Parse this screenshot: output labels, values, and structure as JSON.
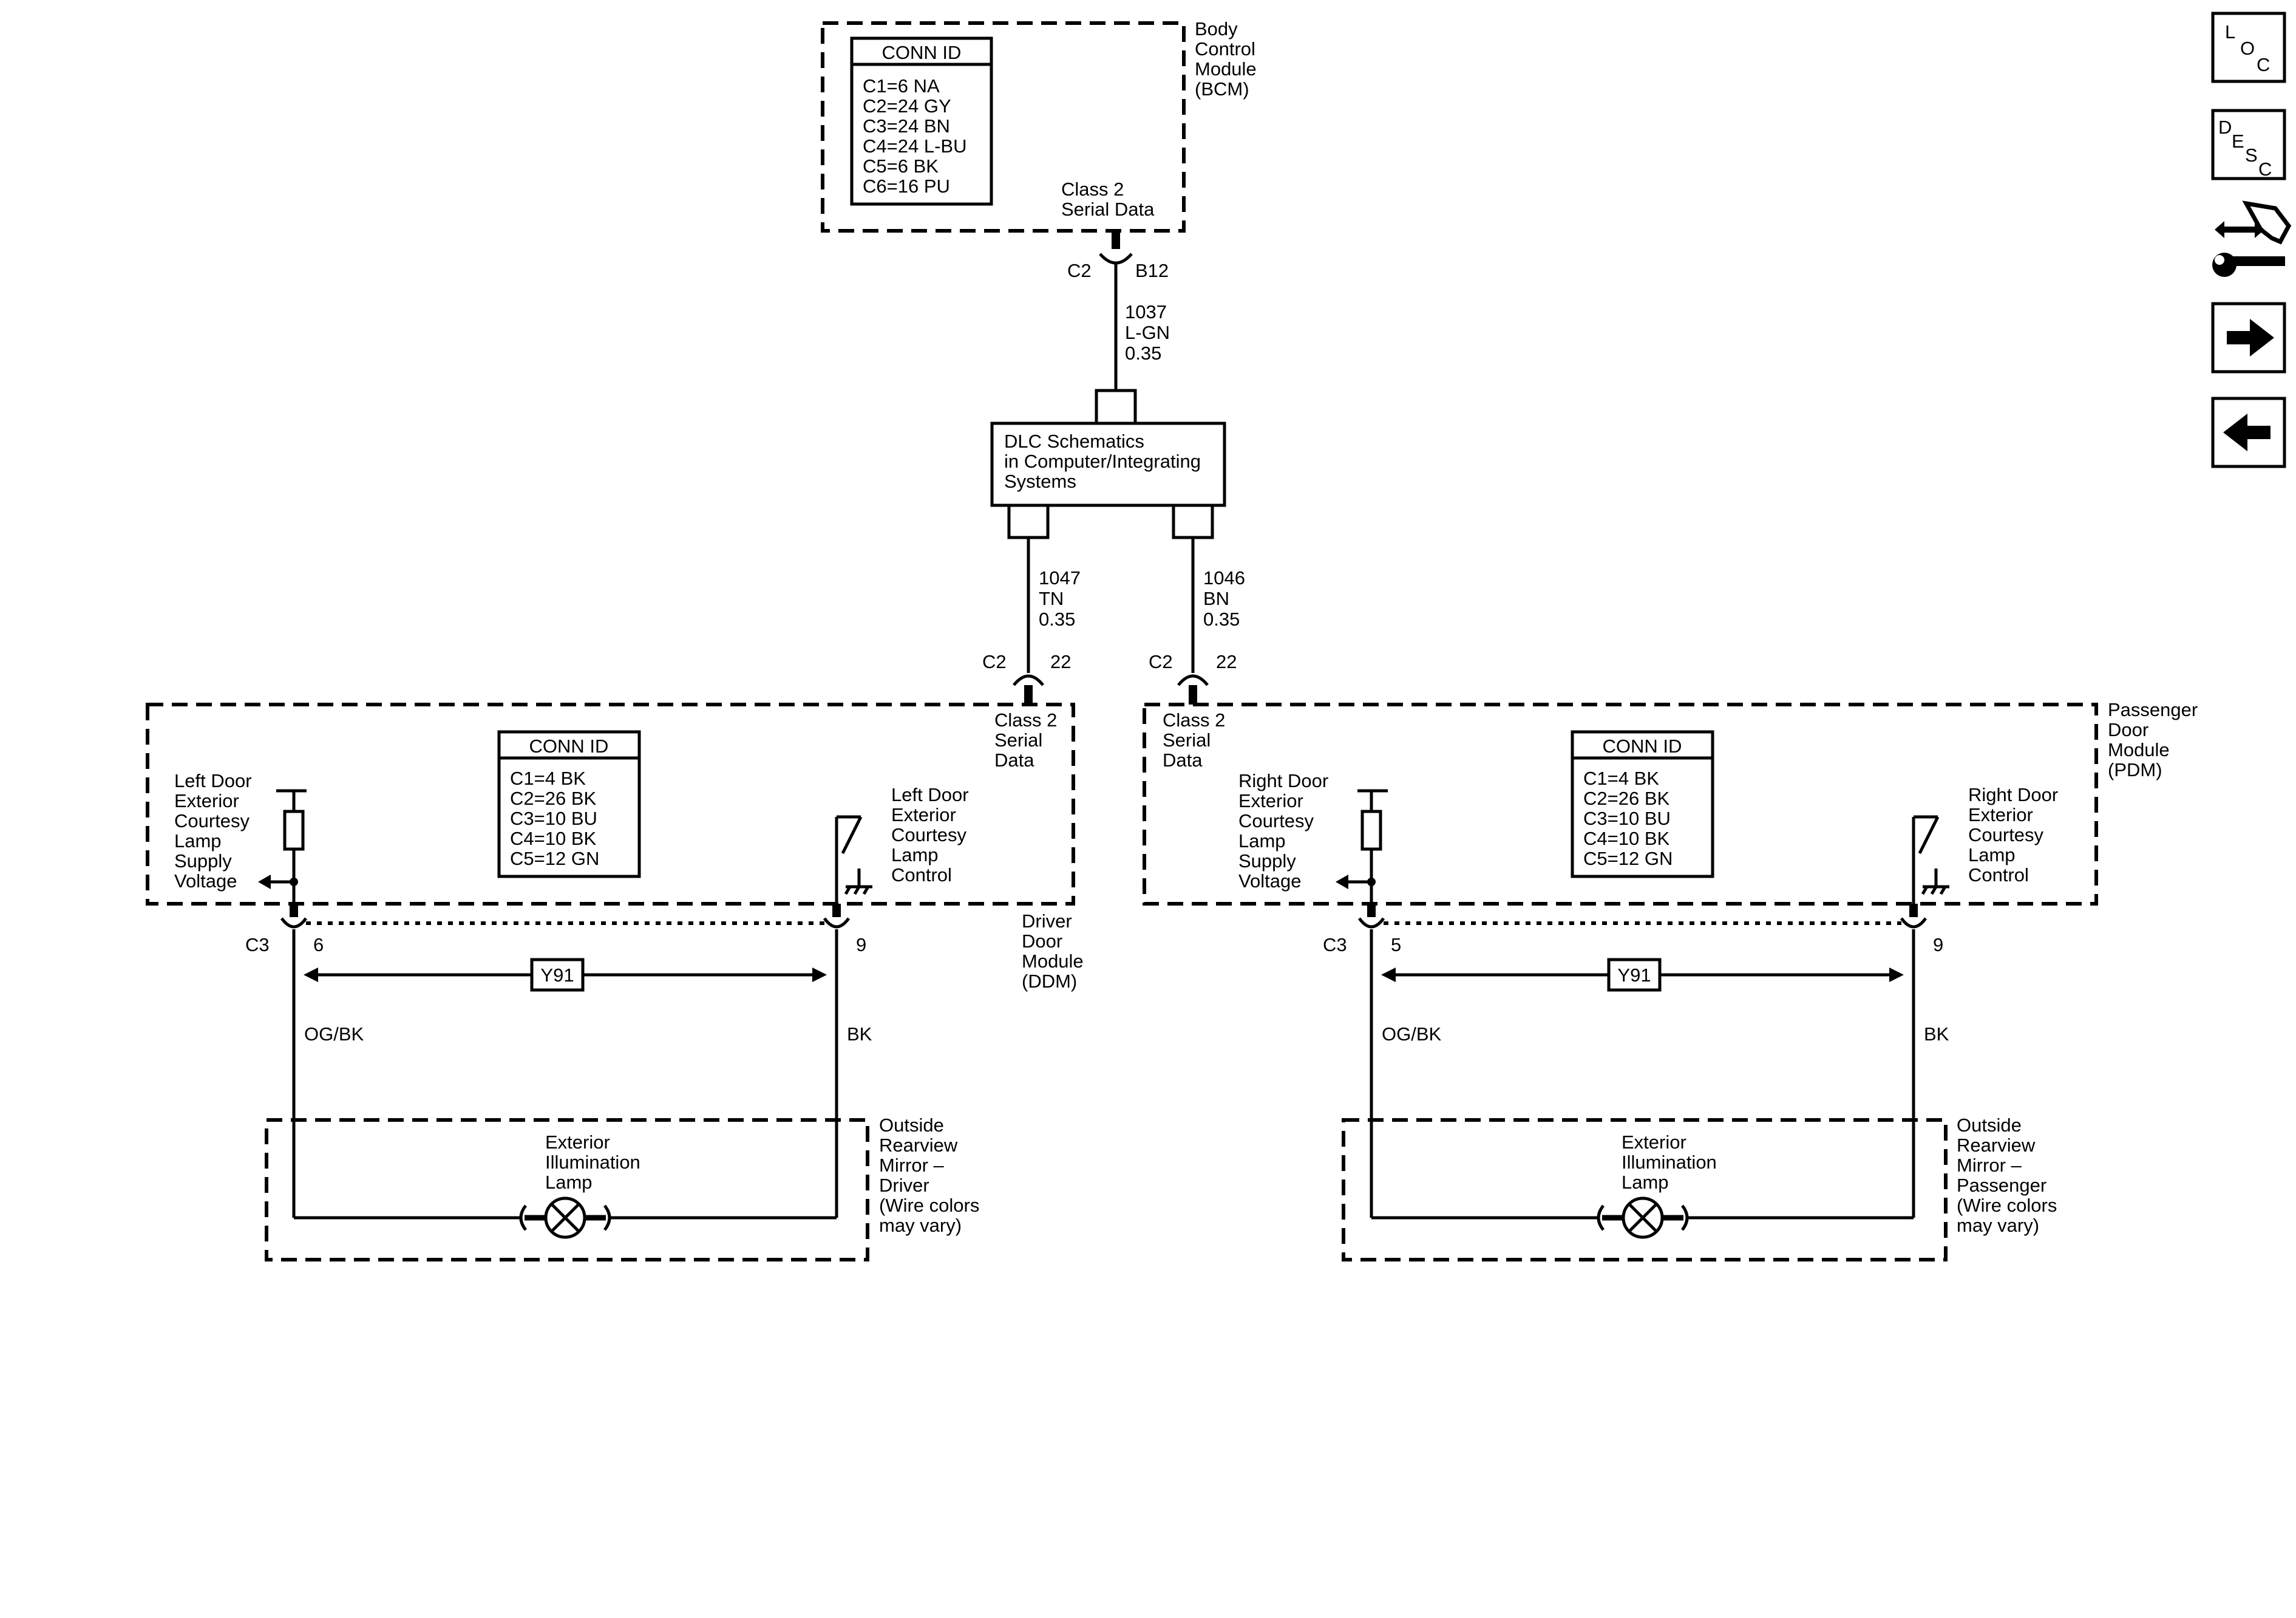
{
  "bcm": {
    "conn_id_title": "CONN ID",
    "conn_ids": [
      "C1=6 NA",
      "C2=24 GY",
      "C3=24 BN",
      "C4=24 L-BU",
      "C5=6 BK",
      "C6=16 PU"
    ],
    "name_lines": [
      "Body",
      "Control",
      "Module",
      "(BCM)"
    ],
    "signal_lines": [
      "Class 2",
      "Serial Data"
    ],
    "connector": "C2",
    "pin": "B12"
  },
  "wire_1037": {
    "lines": [
      "1037",
      "L-GN",
      "0.35"
    ]
  },
  "dlc": {
    "lines": [
      "DLC Schematics",
      "in Computer/Integrating",
      "Systems"
    ]
  },
  "wire_1047": {
    "lines": [
      "1047",
      "TN",
      "0.35"
    ]
  },
  "wire_1046": {
    "lines": [
      "1046",
      "BN",
      "0.35"
    ]
  },
  "ddm": {
    "connector_top": "C2",
    "pin_top": "22",
    "signal_lines": [
      "Class 2",
      "Serial",
      "Data"
    ],
    "conn_id_title": "CONN ID",
    "conn_ids": [
      "C1=4 BK",
      "C2=26 BK",
      "C3=10 BU",
      "C4=10 BK",
      "C5=12 GN"
    ],
    "supply_lines": [
      "Left Door",
      "Exterior",
      "Courtesy",
      "Lamp",
      "Supply",
      "Voltage"
    ],
    "control_lines": [
      "Left Door",
      "Exterior",
      "Courtesy",
      "Lamp",
      "Control"
    ],
    "name_lines": [
      "Driver",
      "Door",
      "Module",
      "(DDM)"
    ],
    "connector_bottom": "C3",
    "pin_left": "6",
    "pin_right": "9",
    "option": "Y91",
    "wire_left": "OG/BK",
    "wire_right": "BK"
  },
  "pdm": {
    "connector_top": "C2",
    "pin_top": "22",
    "signal_lines": [
      "Class 2",
      "Serial",
      "Data"
    ],
    "conn_id_title": "CONN ID",
    "conn_ids": [
      "C1=4 BK",
      "C2=26 BK",
      "C3=10 BU",
      "C4=10 BK",
      "C5=12 GN"
    ],
    "supply_lines": [
      "Right Door",
      "Exterior",
      "Courtesy",
      "Lamp",
      "Supply",
      "Voltage"
    ],
    "control_lines": [
      "Right Door",
      "Exterior",
      "Courtesy",
      "Lamp",
      "Control"
    ],
    "name_lines": [
      "Passenger",
      "Door",
      "Module",
      "(PDM)"
    ],
    "connector_bottom": "C3",
    "pin_left": "5",
    "pin_right": "9",
    "option": "Y91",
    "wire_left": "OG/BK",
    "wire_right": "BK"
  },
  "mirror_driver": {
    "lamp_lines": [
      "Exterior",
      "Illumination",
      "Lamp"
    ],
    "name_lines": [
      "Outside",
      "Rearview",
      "Mirror –",
      "Driver",
      "(Wire colors",
      "may vary)"
    ]
  },
  "mirror_passenger": {
    "lamp_lines": [
      "Exterior",
      "Illumination",
      "Lamp"
    ],
    "name_lines": [
      "Outside",
      "Rearview",
      "Mirror –",
      "Passenger",
      "(Wire colors",
      "may vary)"
    ]
  },
  "nav_buttons": {
    "loc": [
      "L",
      "O",
      "C"
    ],
    "desc": [
      "D",
      "E",
      "S",
      "C"
    ],
    "icons": [
      "location-icon",
      "description-icon",
      "connector-tool-icon",
      "next-arrow-icon",
      "previous-arrow-icon"
    ]
  }
}
